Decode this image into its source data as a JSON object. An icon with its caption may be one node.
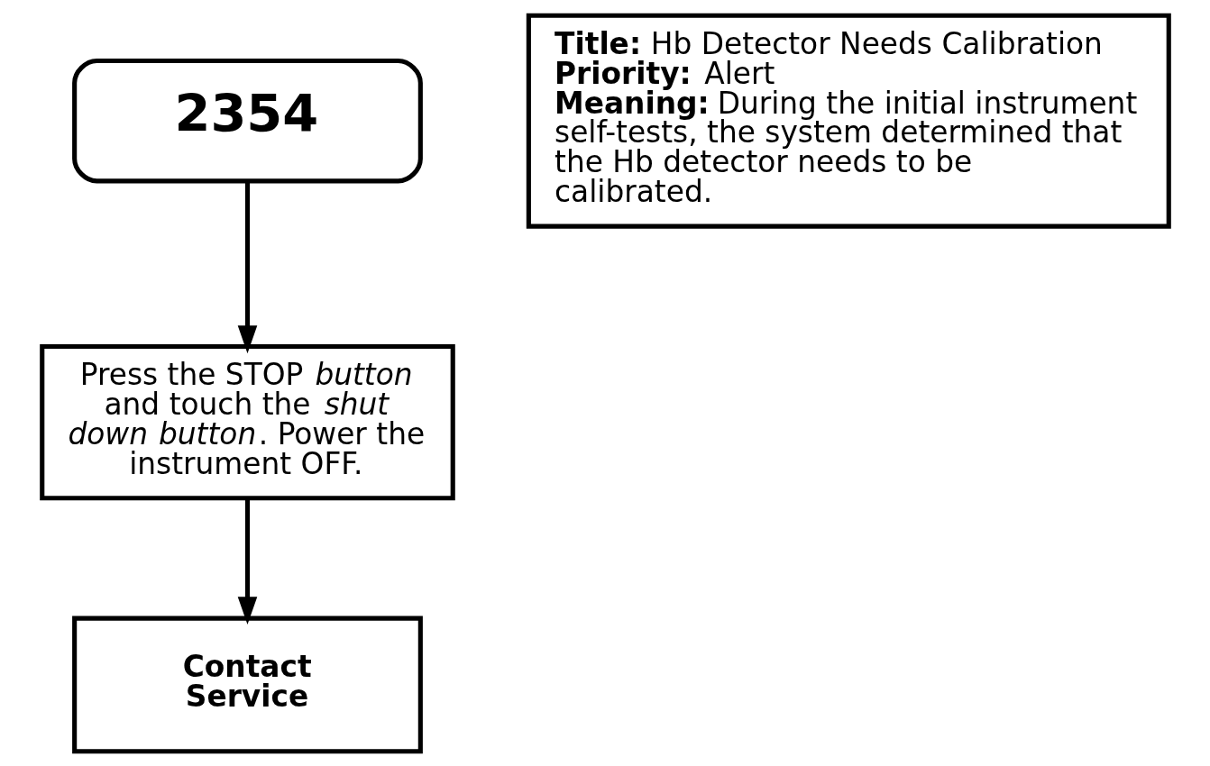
{
  "diagram": {
    "nodes": [
      {
        "text": [
          "2354"
        ]
      },
      {
        "text": [
          "Press the STOP *button* and touch the *shut down button*. Power the instrument OFF."
        ]
      },
      {
        "text": [
          "Contact Service"
        ]
      },
      {
        "text": [
          "**Title:** Hb Detector Needs Calibration",
          "**Priority:** Alert",
          "**Meaning:** During the initial instrument self-tests, the system determined that the Hb detector needs to be calibrated."
        ]
      }
    ],
    "edges": [
      {
        "from": 0,
        "to": 1,
        "arrow": "to"
      },
      {
        "from": 1,
        "to": 2,
        "arrow": "to"
      }
    ]
  }
}
